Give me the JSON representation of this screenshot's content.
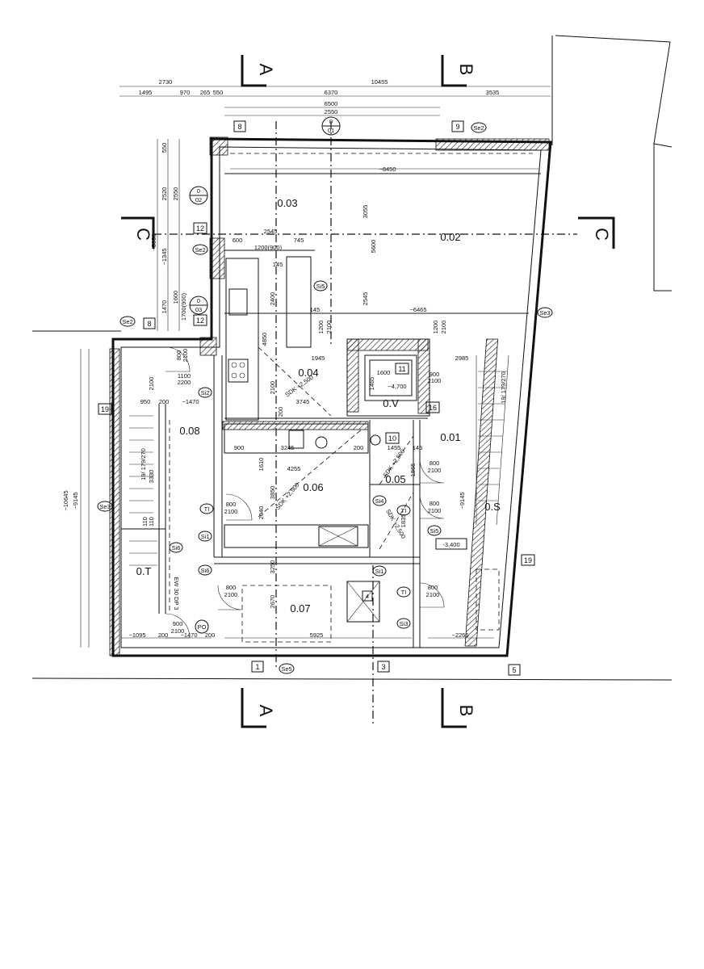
{
  "sections": {
    "a": "A",
    "b": "B",
    "c": "C"
  },
  "rooms": {
    "r001": "0.01",
    "r002": "0.02",
    "r003": "0.03",
    "r004": "0.04",
    "r005": "0.05",
    "r006": "0.06",
    "r007": "0.07",
    "r008": "0.08",
    "r0t": "0.T",
    "r0v": "0.V",
    "r0s": "0.S"
  },
  "axes": {
    "ax8a": "8",
    "ax9": "9",
    "ax12a": "12",
    "ax12b": "12",
    "ax8b": "8",
    "ax19a": "19",
    "ax19b": "19",
    "ax1": "1",
    "ax3": "3",
    "ax5": "5",
    "ax11": "11",
    "ax16": "16",
    "ax10": "10"
  },
  "callouts": {
    "c01": "0",
    "c01b": "01",
    "c02": "0",
    "c02b": "02",
    "c03": "0",
    "c03b": "03",
    "lift": "4",
    "stair_label": "EW 30 DP 3",
    "po": "PO"
  },
  "tags": {
    "se2a": "Se2",
    "se2b": "Se2",
    "se2c": "Se2",
    "se3a": "Se3",
    "se3b": "Se3",
    "se5": "Se5",
    "si5a": "Si5",
    "si5b": "Si5",
    "si2": "Si2",
    "si1a": "Si1",
    "si1b": "Si1",
    "si6a": "Si6",
    "si6b": "Si6",
    "si3": "Si3",
    "si4": "Si4",
    "ti1": "TI",
    "ti2": "TI",
    "ti3": "TI"
  },
  "dims": {
    "d2730": "2730",
    "d10455": "10455",
    "d1495": "1495",
    "d970": "970",
    "d265": "265",
    "d550a": "550",
    "d6370": "6370",
    "d3535": "3535",
    "d6500": "6500",
    "d2550a": "2550",
    "d8450": "~8450",
    "d550b": "550",
    "d2520": "2520",
    "d2550b": "2550",
    "d5950": "~5950",
    "d1345": "~1345",
    "d1470a": "1470",
    "d1600a": "1600",
    "d1700": "1700(900)",
    "d2545a": "2545",
    "d600": "600",
    "d1200": "1200(900)",
    "d745": "745",
    "d3055": "3055",
    "d5600": "5600",
    "d2545b": "2545",
    "d2400": "2400",
    "d145a": "145",
    "d145b": "145",
    "d6465": "~6465",
    "d1200a": "1200",
    "d2100a": "2100",
    "d1200b": "1200",
    "d2100b": "2100",
    "d4850": "4850",
    "d1945": "1945",
    "d2985": "2985",
    "d800a": "800",
    "d2100c": "2100",
    "d1100": "1100",
    "d2200": "2200",
    "d2100d": "2100",
    "d950": "950",
    "d200a": "200",
    "d1470b": "~1470",
    "d3745": "3745",
    "d2100e": "2100",
    "d200b": "200",
    "d1600b": "1600",
    "d1465": "1465",
    "d4700": "~4,700",
    "d900a": "900",
    "d2100f": "2100",
    "d900b": "900",
    "d3245": "3245",
    "d200c": "200",
    "d1455": "1455",
    "d145c": "145",
    "d4255": "4255",
    "d1610": "1610",
    "d1865": "1865",
    "d800b": "800",
    "d2100g": "2100",
    "d800c": "800",
    "d2100h": "2100",
    "d800d": "800",
    "d2100i": "2100",
    "d3850": "3850",
    "d2040": "2040",
    "d1835": "1835",
    "d9145a": "~9145",
    "d9145b": "~9145",
    "d10645": "~10645",
    "d3330": "3330",
    "d110a": "110",
    "d110b": "110",
    "d800e": "800",
    "d2100j": "2100",
    "d3250": "3250",
    "d2670": "2670",
    "d800f": "800",
    "d2100k": "2100",
    "d900c": "900",
    "d2100l": "2100",
    "d1095": "~1095",
    "d200d": "200",
    "d1470c": "~1470",
    "d200e": "200",
    "d5925": "5925",
    "d2265": "~2265",
    "lvl": "-3,400",
    "sdk1": "SDK +2,500",
    "sdk2": "SDK +2,500",
    "sdk3": "SDK +2,500",
    "sdk4": "SDK +2,500",
    "stair1": "19/ 179/270",
    "stair2": "19/ 179/270"
  }
}
